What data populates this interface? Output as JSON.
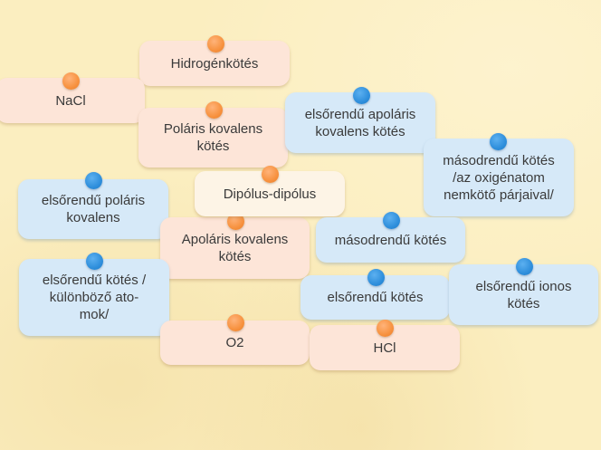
{
  "cards": {
    "hidrogenkotes": "Hidrogénkötés",
    "nacl": "NaCl",
    "polaris_kovalens_kotes": "Poláris kovalens kötés",
    "elsorendu_apolaris": "elsőrendű apoláris kovalens kötés",
    "masodrendu_kotes_oxigen": "másodrendű kötés /az oxigénatom nemkötő párjaival/",
    "elsorendu_polaris_kovalens": "elsőrendű poláris kovalens",
    "dipolus_dipolus": "Dipólus-dipólus",
    "apolaris_kovalens_kotes": "Apoláris kovalens kötés",
    "masodrendu_kotes": "másodrendű kötés",
    "elsorendu_kotes_kulonbozo": "elsőrendű kötés / különböző ato-mok/",
    "elsorendu_kotes": "elsőrendű kötés",
    "elsorendu_ionos_kotes": "elsőrendű ionos kötés",
    "o2": "O2",
    "hcl": "HCl"
  },
  "pin_colors": {
    "orange": "#f7923f",
    "blue": "#2f8fdc"
  },
  "card_colors": {
    "orange": "#fde5d8",
    "blue": "#d6e9f8"
  }
}
